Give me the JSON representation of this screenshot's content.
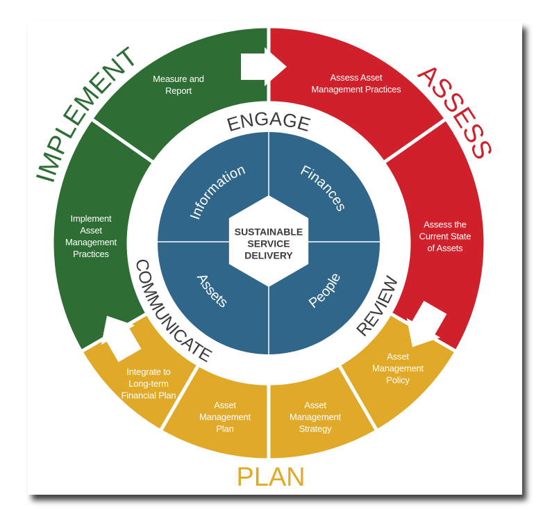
{
  "colors": {
    "implement": "#2e6e35",
    "assess": "#d0202b",
    "plan": "#e0a928",
    "core": "#2f6689",
    "ring_text": "#3b3b3b",
    "hex_text": "#3a3a3a"
  },
  "phases": {
    "implement": "IMPLEMENT",
    "assess": "ASSESS",
    "plan": "PLAN"
  },
  "segments": [
    {
      "label": "Assess Asset\nManagement Practices",
      "phase": "assess"
    },
    {
      "label": "Assess the\nCurrent State\nof Assets",
      "phase": "assess"
    },
    {
      "label": "Asset\nManagement\nPolicy",
      "phase": "plan"
    },
    {
      "label": "Asset\nManagement\nStrategy",
      "phase": "plan"
    },
    {
      "label": "Asset\nManagement\nPlan",
      "phase": "plan"
    },
    {
      "label": "Integrate to\nLong-term\nFinancial Plan",
      "phase": "plan"
    },
    {
      "label": "Implement\nAsset\nManagement\nPractices",
      "phase": "implement"
    },
    {
      "label": "Measure and\nReport",
      "phase": "implement"
    }
  ],
  "ring": {
    "engage": "ENGAGE",
    "communicate": "COMMUNICATE",
    "review": "REVIEW"
  },
  "core": {
    "quadrants": {
      "information": "Information",
      "finances": "Finances",
      "assets": "Assets",
      "people": "People"
    },
    "center": "SUSTAINABLE\nSERVICE\nDELIVERY"
  }
}
